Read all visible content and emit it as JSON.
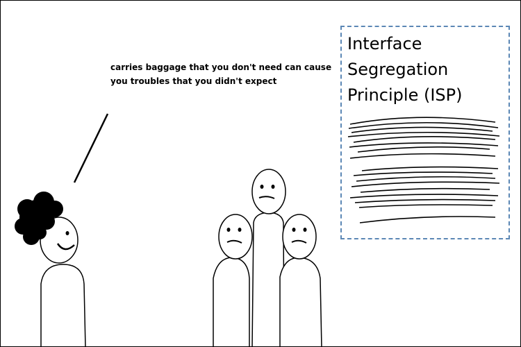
{
  "speech": {
    "line1": "carries baggage that you don't need can cause",
    "line2": "you troubles that you didn't expect"
  },
  "poster": {
    "title_line1": "Interface",
    "title_line2": "Segregation",
    "title_line3": "Principle (ISP)"
  },
  "colors": {
    "ink": "#000000",
    "poster_border": "#5b87b5",
    "background": "#ffffff"
  }
}
